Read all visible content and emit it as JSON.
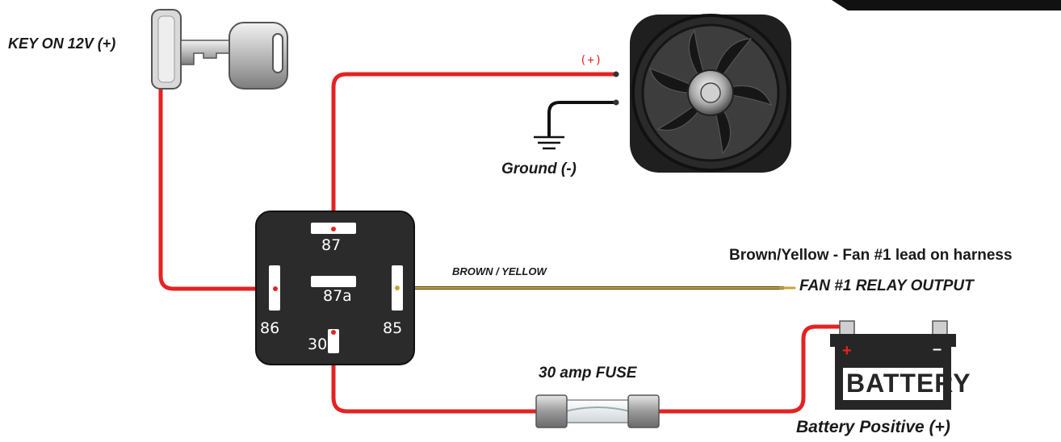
{
  "labels": {
    "key_on": "KEY ON 12V (+)",
    "ground": "Ground (-)",
    "fuse": "30 amp FUSE",
    "battery_positive": "Battery Positive (+)",
    "fan_relay_output": "FAN #1 RELAY OUTPUT",
    "harness_note": "Brown/Yellow - Fan #1 lead on harness",
    "wire_color": "BROWN / YELLOW",
    "fan_positive": "(+)"
  },
  "relay": {
    "pins": {
      "p87": "87",
      "p87a": "87a",
      "p86": "86",
      "p85": "85",
      "p30": "30"
    }
  },
  "battery": {
    "label": "BATTERY",
    "plus": "+",
    "minus": "–"
  },
  "colors": {
    "power_wire": "#e52222",
    "ground_wire": "#111111",
    "signal_wire": "#d9b430",
    "relay_body": "#2b2b2b",
    "battery_body": "#262626"
  }
}
